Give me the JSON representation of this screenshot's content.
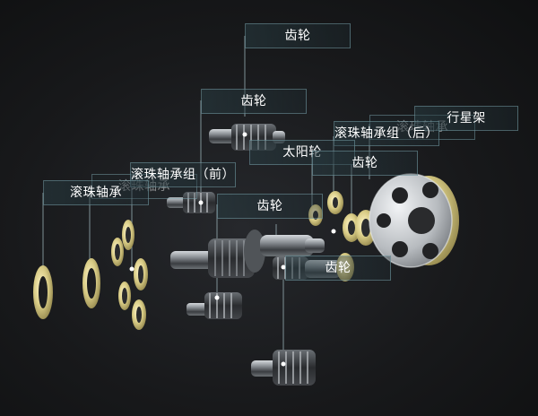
{
  "labels": {
    "gear_top": "齿轮",
    "gear_upper": "齿轮",
    "sun_gear": "太阳轮",
    "bearing_rear": "滚珠轴承组（后）",
    "bearing_ghost_right": "滚珠轴承",
    "planet_carrier": "行星架",
    "gear_right": "齿轮",
    "bearing_front": "滚珠轴承组（前）",
    "bearing_ghost_left": "滚珠轴承",
    "bearing_left": "滚珠轴承",
    "gear_center": "齿轮",
    "gear_lower": "齿轮"
  },
  "colors": {
    "background": "#121315",
    "leader_line": "#9fb8bd",
    "brass": "#d8cc8a",
    "steel": "#8e9398"
  }
}
